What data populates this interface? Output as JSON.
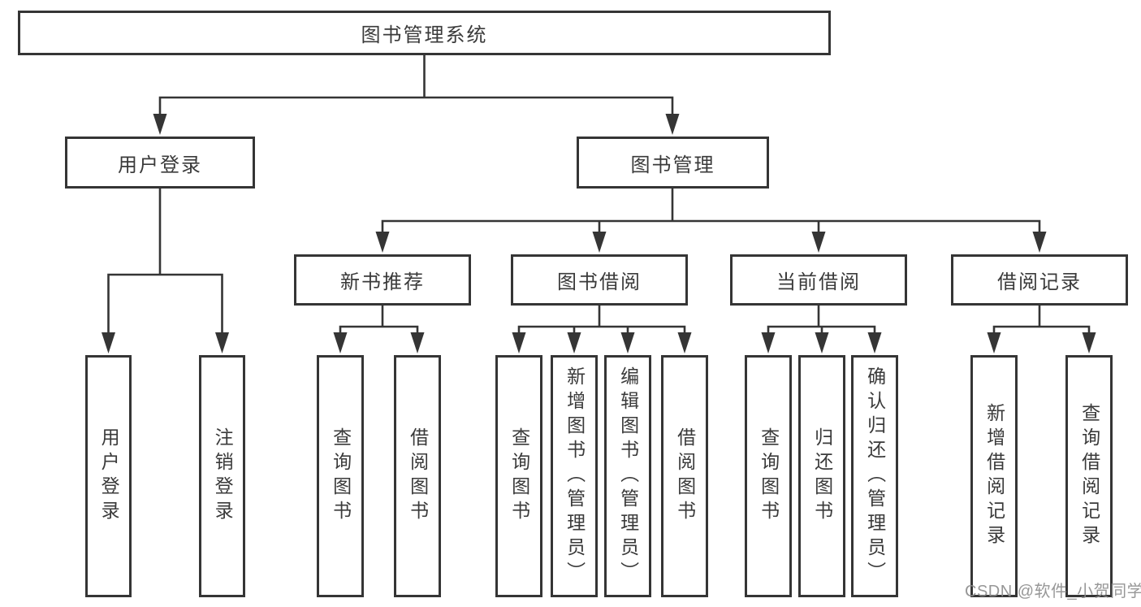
{
  "tree": {
    "root": "图书管理系统",
    "children": [
      {
        "label": "用户登录",
        "children": [
          "用户登录",
          "注销登录"
        ]
      },
      {
        "label": "图书管理",
        "children": [
          {
            "label": "新书推荐",
            "children": [
              "查询图书",
              "借阅图书"
            ]
          },
          {
            "label": "图书借阅",
            "children": [
              "查询图书",
              "新增图书（管理员）",
              "编辑图书（管理员）",
              "借阅图书"
            ]
          },
          {
            "label": "当前借阅",
            "children": [
              "查询图书",
              "归还图书",
              "确认归还（管理员）"
            ]
          },
          {
            "label": "借阅记录",
            "children": [
              "新增借阅记录",
              "查询借阅记录"
            ]
          }
        ]
      }
    ]
  },
  "colors": {
    "line": "#353535",
    "text": "#3a3a3a",
    "watermark": "#8c8c8c"
  },
  "watermark": "CSDN @软件_小贺同学"
}
